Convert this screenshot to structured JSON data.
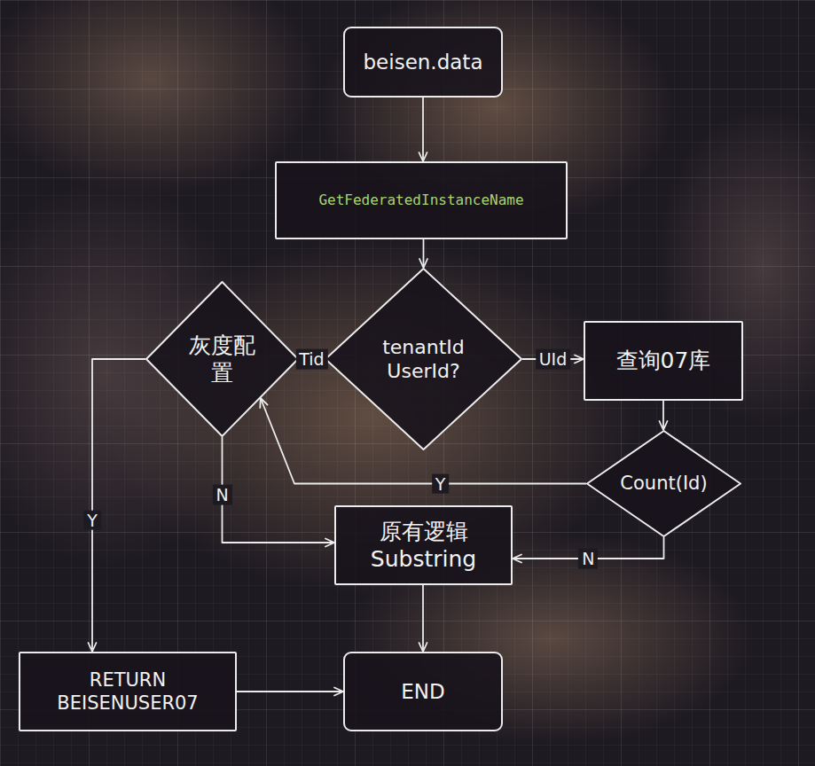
{
  "diagram": {
    "nodes": [
      {
        "text": [
          "beisen.data"
        ]
      },
      {
        "text": [
          "GetFederatedInstanceName"
        ]
      },
      {
        "text": [
          "灰度配置"
        ]
      },
      {
        "text": [
          "tenantId UserId?"
        ]
      },
      {
        "text": [
          "查询07库"
        ]
      },
      {
        "text": [
          "Count(Id)"
        ]
      },
      {
        "text": [
          "原有逻辑 Substring"
        ]
      },
      {
        "text": [
          "RETURN BEISENUSER07"
        ]
      },
      {
        "text": [
          "END"
        ]
      }
    ],
    "edges": [
      {
        "from": 0,
        "to": 1,
        "arrow": "to"
      },
      {
        "from": 1,
        "to": 3,
        "arrow": "to"
      },
      {
        "from": 3,
        "to": 2,
        "label": "Tid",
        "arrow": "to"
      },
      {
        "from": 3,
        "to": 4,
        "label": "UId",
        "arrow": "to"
      },
      {
        "from": 4,
        "to": 5,
        "arrow": "to"
      },
      {
        "from": 5,
        "to": 2,
        "label": "Y",
        "arrow": "to"
      },
      {
        "from": 5,
        "to": 6,
        "label": "N",
        "arrow": "to"
      },
      {
        "from": 2,
        "to": 7,
        "label": "Y",
        "arrow": "to"
      },
      {
        "from": 2,
        "to": 6,
        "label": "N",
        "arrow": "to"
      },
      {
        "from": 6,
        "to": 8,
        "arrow": "to"
      },
      {
        "from": 7,
        "to": 8,
        "arrow": "to"
      }
    ]
  }
}
